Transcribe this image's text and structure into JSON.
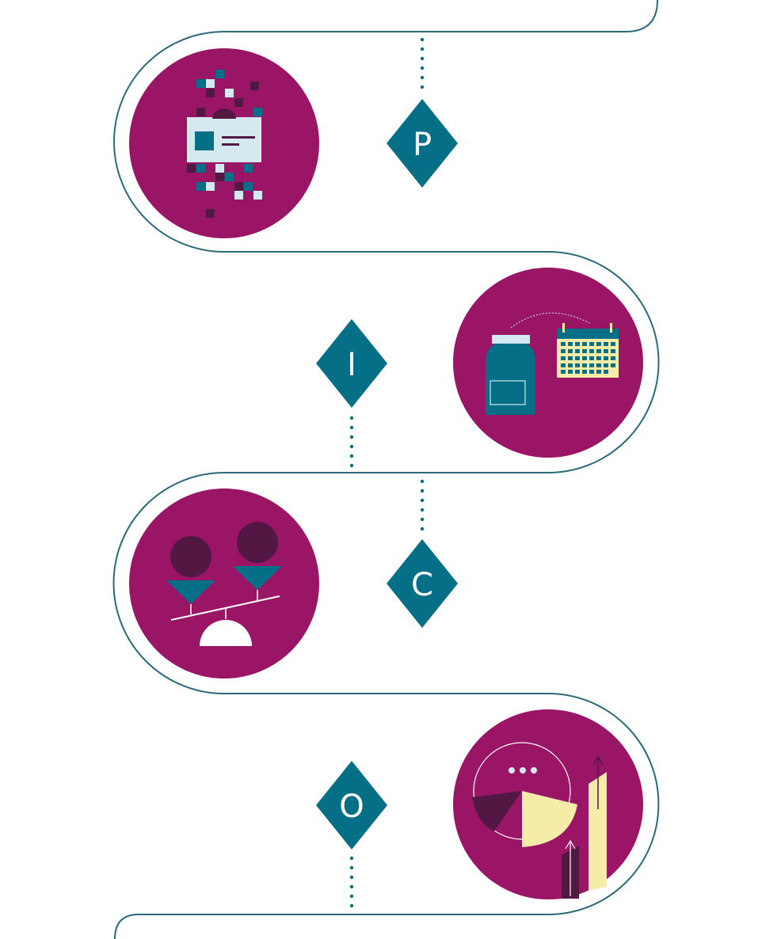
{
  "colors": {
    "path": "#2b6a7b",
    "circle": "#9b1566",
    "diamond": "#046f86",
    "dark_purple": "#521843",
    "light_blue": "#d4e9ef",
    "cream": "#f5eca8",
    "white": "#ffffff"
  },
  "steps": [
    {
      "letter": "P",
      "icon": "id-card-pixel-icon"
    },
    {
      "letter": "I",
      "icon": "medicine-calendar-icon"
    },
    {
      "letter": "C",
      "icon": "balance-scale-people-icon"
    },
    {
      "letter": "O",
      "icon": "pie-chart-growth-icon"
    }
  ]
}
